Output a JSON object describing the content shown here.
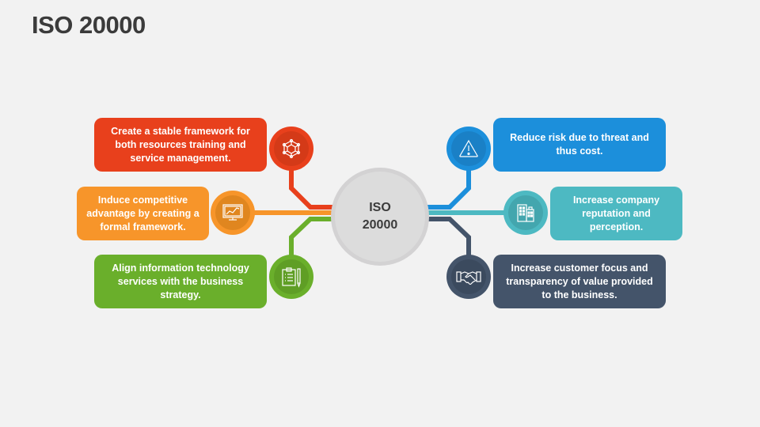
{
  "title": "ISO 20000",
  "hub": {
    "line1": "ISO",
    "line2": "20000"
  },
  "colors": {
    "red": "#e8401c",
    "orange": "#f7952a",
    "green": "#6aaf2b",
    "blue": "#1c8fdb",
    "teal": "#4db9c2",
    "navy": "#44546a",
    "hub": "#d3d2d3",
    "background": "#f2f2f2",
    "title": "#3b3b3b"
  },
  "left_items": [
    {
      "text": "Create a stable framework for both resources training and service management.",
      "icon": "network-cube-icon",
      "color": "#e8401c"
    },
    {
      "text": "Induce competitive advantage by creating a formal framework.",
      "icon": "monitor-chart-icon",
      "color": "#f7952a"
    },
    {
      "text": "Align information technology services with the business strategy.",
      "icon": "clipboard-pencil-icon",
      "color": "#6aaf2b"
    }
  ],
  "right_items": [
    {
      "text": "Reduce risk due to threat and thus cost.",
      "icon": "warning-triangle-icon",
      "color": "#1c8fdb"
    },
    {
      "text": "Increase company reputation and perception.",
      "icon": "buildings-icon",
      "color": "#4db9c2"
    },
    {
      "text": "Increase customer focus and transparency of value provided to the business.",
      "icon": "handshake-icon",
      "color": "#44546a"
    }
  ]
}
